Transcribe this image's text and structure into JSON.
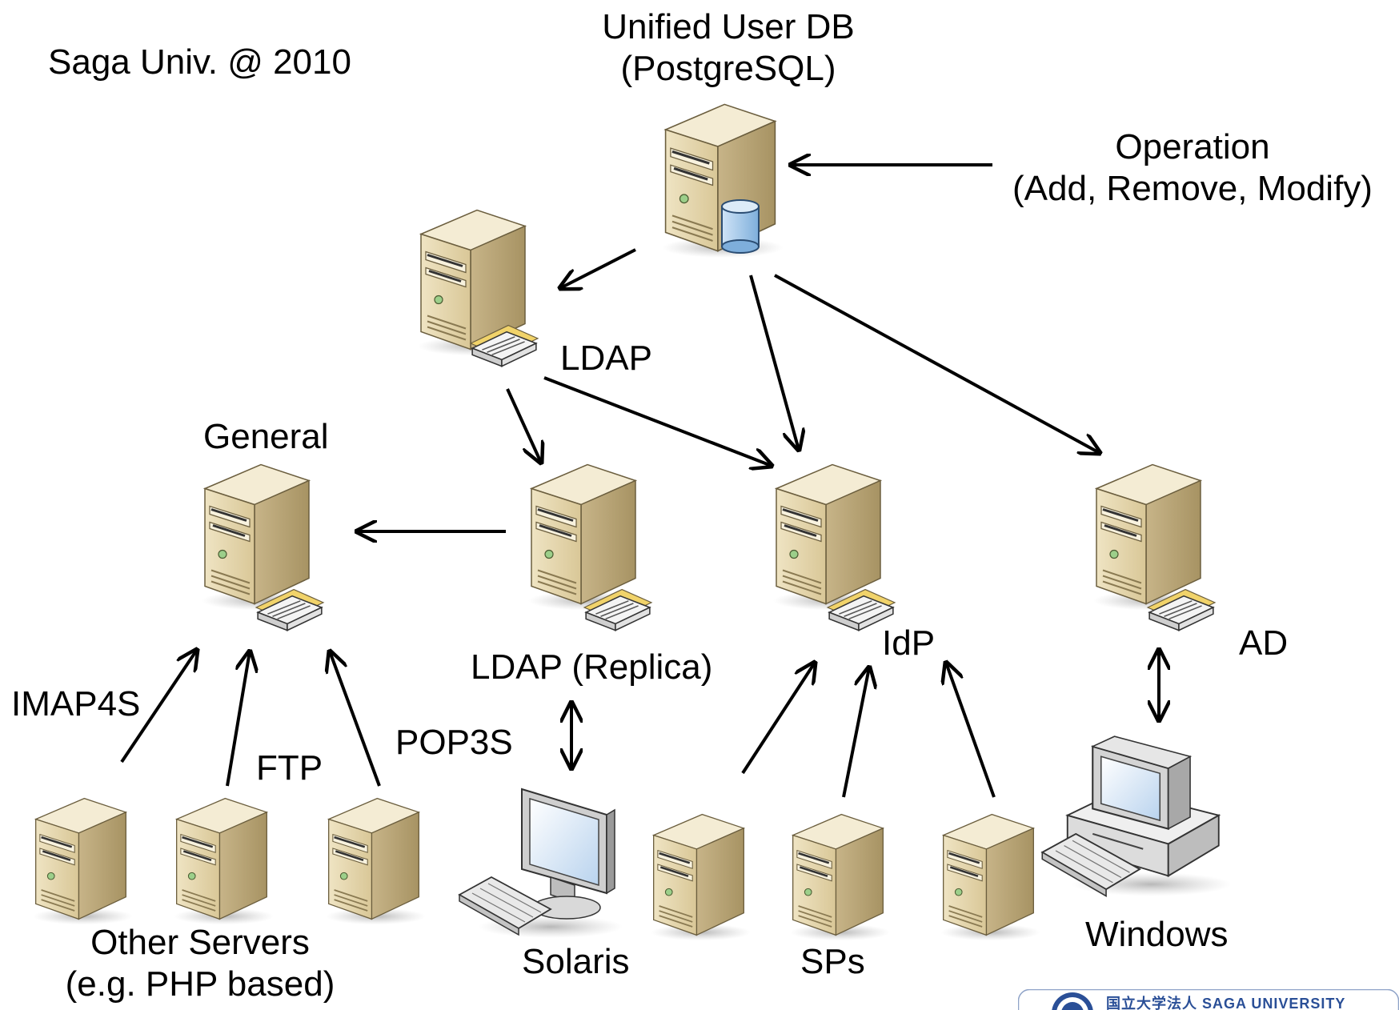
{
  "labels": {
    "year": "Saga Univ. @ 2010",
    "db_line1": "Unified User DB",
    "db_line2": "(PostgreSQL)",
    "operation_line1": "Operation",
    "operation_line2": "(Add, Remove, Modify)",
    "ldap": "LDAP",
    "general": "General",
    "ldap_replica": "LDAP (Replica)",
    "idp": "IdP",
    "ad": "AD",
    "imap4s": "IMAP4S",
    "ftp": "FTP",
    "pop3s": "POP3S",
    "other_line1": "Other Servers",
    "other_line2": "(e.g. PHP based)",
    "solaris": "Solaris",
    "sps": "SPs",
    "windows": "Windows"
  },
  "logo": {
    "text": "国立大学法人 SAGA UNIVERSITY"
  },
  "colors": {
    "server_body": "#e6d8b0",
    "server_side": "#b8a47a",
    "server_top": "#f2e9cf",
    "arrow": "#000000",
    "db_cylinder": "#9ec6ea",
    "logo_blue": "#2a4f97"
  }
}
